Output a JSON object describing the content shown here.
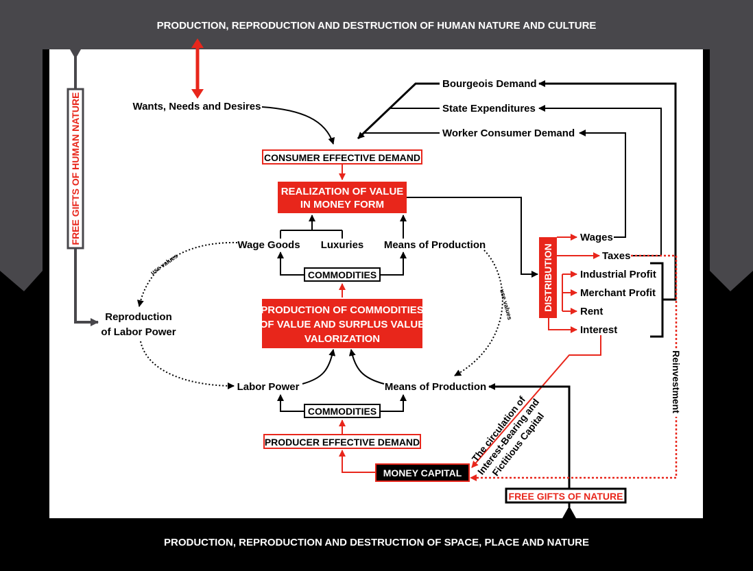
{
  "banners": {
    "top": "PRODUCTION, REPRODUCTION AND DESTRUCTION OF HUMAN NATURE AND CULTURE",
    "bottom": "PRODUCTION, REPRODUCTION AND DESTRUCTION OF SPACE, PLACE AND NATURE"
  },
  "side": {
    "free_gifts_human": "FREE GIFTS OF HUMAN NATURE",
    "reinvestment": "Reinvestment"
  },
  "nodes": {
    "wants": "Wants, Needs and Desires",
    "consumer_demand": "CONSUMER EFFECTIVE DEMAND",
    "realization_1": "REALIZATION OF VALUE",
    "realization_2": "IN MONEY FORM",
    "wage_goods": "Wage Goods",
    "luxuries": "Luxuries",
    "means_top": "Means of Production",
    "commodities_top": "COMMODITIES",
    "production_1": "PRODUCTION OF COMMODITIES",
    "production_2": "OF VALUE AND SURPLUS VALUE",
    "production_3": "VALORIZATION",
    "repro_1": "Reproduction",
    "repro_2": "of Labor Power",
    "labor_power": "Labor Power",
    "means_bottom": "Means of Production",
    "commodities_bottom": "COMMODITIES",
    "producer_demand": "PRODUCER EFFECTIVE DEMAND",
    "money_capital": "MONEY CAPITAL",
    "free_gifts_nature": "FREE GIFTS OF NATURE",
    "use_values_left": "use values",
    "use_values_right": "use values",
    "circulation_1": "The circulation of",
    "circulation_2": "Interest-Bearing and",
    "circulation_3": "Fictitious Capital"
  },
  "demands": {
    "bourgeois": "Bourgeois Demand",
    "state": "State Expenditures",
    "worker": "Worker Consumer Demand"
  },
  "distribution": {
    "label": "DISTRIBUTION",
    "wages": "Wages",
    "taxes": "Taxes",
    "industrial": "Industrial Profit",
    "merchant": "Merchant Profit",
    "rent": "Rent",
    "interest": "Interest"
  },
  "colors": {
    "accent_red": "#e8261b",
    "black": "#000000",
    "grey_banner": "#48474b",
    "panel": "#ffffff"
  }
}
